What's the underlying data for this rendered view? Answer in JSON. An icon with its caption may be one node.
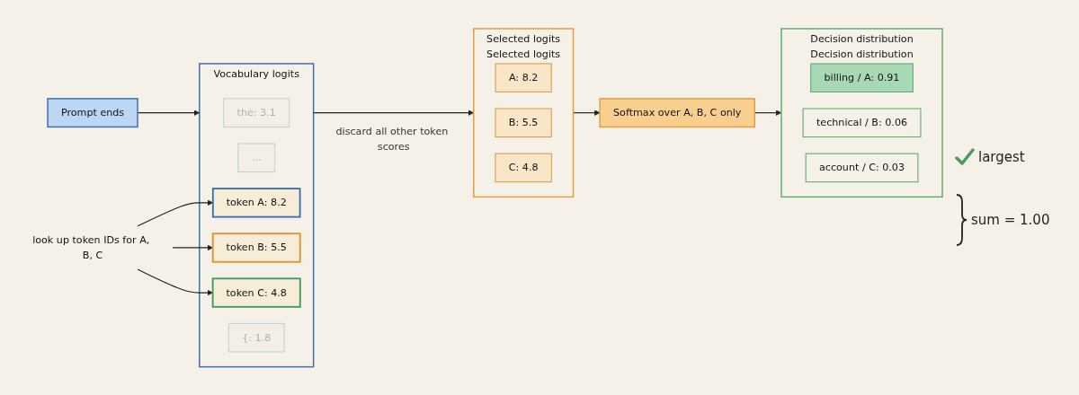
{
  "diagram": {
    "nodes": [
      {
        "text": [
          "Prompt ends"
        ]
      },
      {
        "text": [
          "Vocabulary logits"
        ]
      },
      {
        "text": [
          "the: 3.1"
        ],
        "in": 1
      },
      {
        "text": [
          "…"
        ],
        "in": 1
      },
      {
        "text": [
          "token A: 8.2"
        ],
        "in": 1
      },
      {
        "text": [
          "token B: 5.5"
        ],
        "in": 1
      },
      {
        "text": [
          "token C: 4.8"
        ],
        "in": 1
      },
      {
        "text": [
          "{: 1.8"
        ],
        "in": 1
      },
      {
        "text": [
          "look up token IDs for A, B, C"
        ]
      },
      {
        "text": [
          "Selected logits",
          "Selected logits"
        ]
      },
      {
        "text": [
          "A: 8.2"
        ],
        "in": 9
      },
      {
        "text": [
          "B: 5.5"
        ],
        "in": 9
      },
      {
        "text": [
          "C: 4.8"
        ],
        "in": 9
      },
      {
        "text": [
          "Softmax over A, B, C only"
        ]
      },
      {
        "text": [
          "Decision distribution",
          "Decision distribution"
        ]
      },
      {
        "text": [
          "billing / A: 0.91"
        ],
        "in": 14
      },
      {
        "text": [
          "technical / B: 0.06"
        ],
        "in": 14
      },
      {
        "text": [
          "account / C: 0.03"
        ],
        "in": 14
      }
    ],
    "edges": [
      {
        "from": 0,
        "to": 1,
        "arrow": "to"
      },
      {
        "from": 8,
        "to": 4,
        "arrow": "to"
      },
      {
        "from": 8,
        "to": 5,
        "arrow": "to"
      },
      {
        "from": 8,
        "to": 6,
        "arrow": "to"
      },
      {
        "from": 1,
        "to": 9,
        "arrow": "to",
        "label": "discard all other token scores"
      },
      {
        "from": 9,
        "to": 13,
        "arrow": "to"
      },
      {
        "from": 13,
        "to": 14,
        "arrow": "to"
      }
    ],
    "labels": [
      "largest",
      "sum = 1.00"
    ]
  }
}
